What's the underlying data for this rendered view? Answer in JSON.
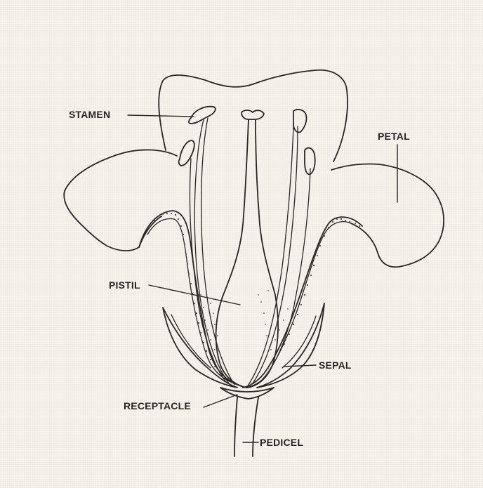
{
  "labels": {
    "stamen": "STAMEN",
    "petal": "PETAL",
    "pistil": "PISTIL",
    "sepal": "SEPAL",
    "receptacle": "RECEPTACLE",
    "pedicel": "PEDICEL"
  },
  "colors": {
    "paper": "#f5f1ec",
    "ink": "#2a2626"
  }
}
